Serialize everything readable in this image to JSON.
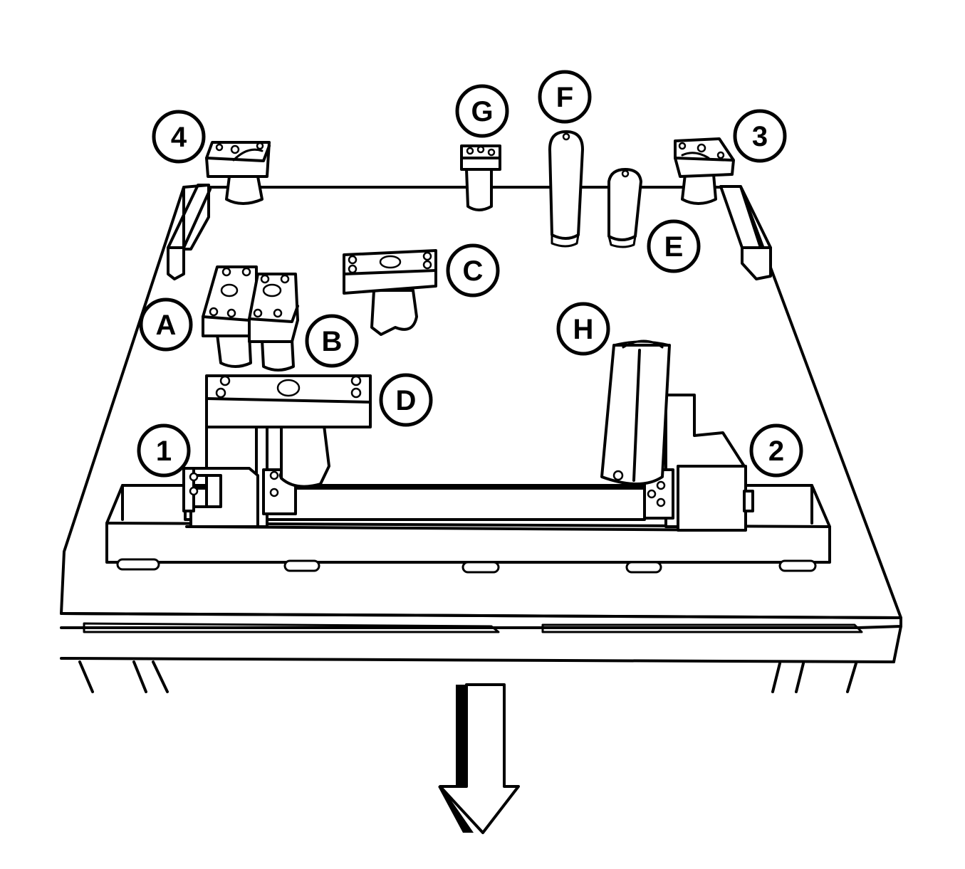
{
  "callouts": {
    "one": "1",
    "two": "2",
    "three": "3",
    "four": "4",
    "a": "A",
    "b": "B",
    "c": "C",
    "d": "D",
    "e": "E",
    "f": "F",
    "g": "G",
    "h": "H"
  },
  "arrow": {
    "direction": "down"
  },
  "colors": {
    "line": "#000000",
    "background": "#ffffff"
  }
}
